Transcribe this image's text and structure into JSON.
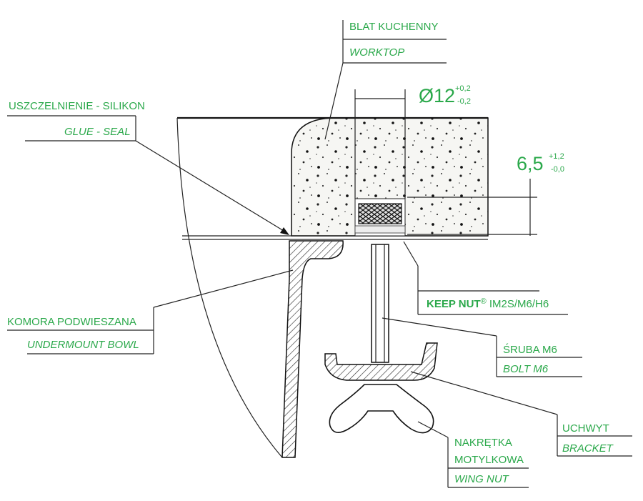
{
  "labels": {
    "worktop_pl": "BLAT KUCHENNY",
    "worktop_en": "WORKTOP",
    "seal_pl": "USZCZELNIENIE - SILIKON",
    "seal_en": "GLUE - SEAL",
    "bowl_pl": "KOMORA PODWIESZANA",
    "bowl_en": "UNDERMOUNT BOWL",
    "keepnut_brand": "KEEP NUT",
    "keepnut_reg": "®",
    "keepnut_code": " IM2S/M6/H6",
    "bolt_pl": "ŚRUBA M6",
    "bolt_en": "BOLT M6",
    "bracket_pl": "UCHWYT",
    "bracket_en": "BRACKET",
    "wingnut_pl_1": "NAKRĘTKA",
    "wingnut_pl_2": "MOTYLKOWA",
    "wingnut_en": "WING NUT"
  },
  "dimensions": {
    "hole_diameter": "Ø12",
    "hole_tol_plus": "+0,2",
    "hole_tol_minus": "-0,2",
    "depth": "6,5",
    "depth_tol_plus": "+1,2",
    "depth_tol_minus": "-0,0"
  },
  "colors": {
    "accent": "#2aa84a",
    "line": "#222222"
  }
}
